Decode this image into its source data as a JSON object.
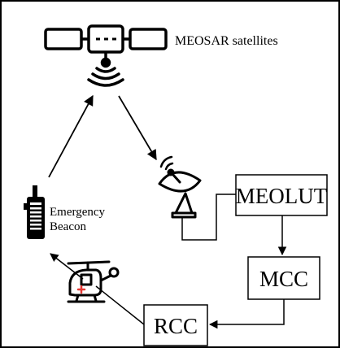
{
  "diagram": {
    "satellite_label": "MEOSAR satellites",
    "beacon_label_line1": "Emergency",
    "beacon_label_line2": "Beacon",
    "boxes": {
      "meolut": "MEOLUT",
      "mcc": "MCC",
      "rcc": "RCC"
    },
    "icons": [
      "satellite-icon",
      "signal-waves-icon",
      "satellite-dish-icon",
      "radio-beacon-icon",
      "helicopter-icon"
    ],
    "colors": {
      "stroke": "#000000",
      "medical_cross": "#e53935",
      "background": "#ffffff"
    }
  }
}
